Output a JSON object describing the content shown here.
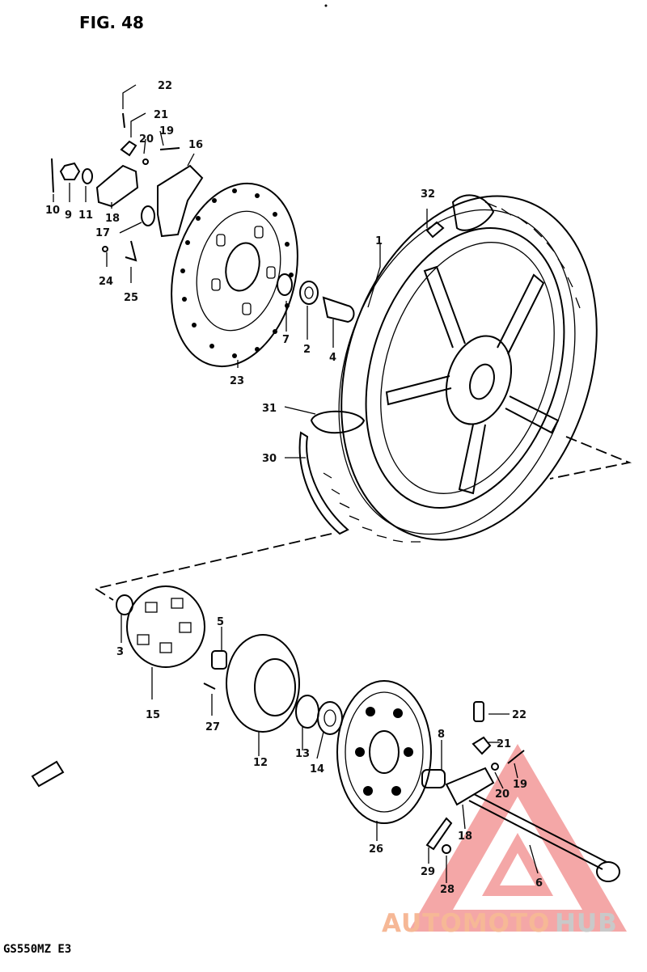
{
  "figure_title": "FIG. 48",
  "model_code": "GS550MZ  E3",
  "watermark": {
    "left": "AUTOMOTO",
    "right": "HUB",
    "left_color": "#f6b896",
    "right_color": "#c9c9c9",
    "triangle_color": "#f08a8a"
  },
  "callouts": {
    "c1": "1",
    "c2": "2",
    "c3": "3",
    "c4": "4",
    "c5": "5",
    "c6": "6",
    "c7": "7",
    "c8": "8",
    "c9": "9",
    "c10": "10",
    "c11": "11",
    "c12": "12",
    "c13": "13",
    "c14": "14",
    "c15": "15",
    "c16": "16",
    "c17": "17",
    "c18a": "18",
    "c18b": "18",
    "c19a": "19",
    "c19b": "19",
    "c20a": "20",
    "c20b": "20",
    "c21a": "21",
    "c21b": "21",
    "c22a": "22",
    "c22b": "22",
    "c23": "23",
    "c24": "24",
    "c25": "25",
    "c26": "26",
    "c27": "27",
    "c28": "28",
    "c29": "29",
    "c30": "30",
    "c31": "31",
    "c32": "32"
  }
}
